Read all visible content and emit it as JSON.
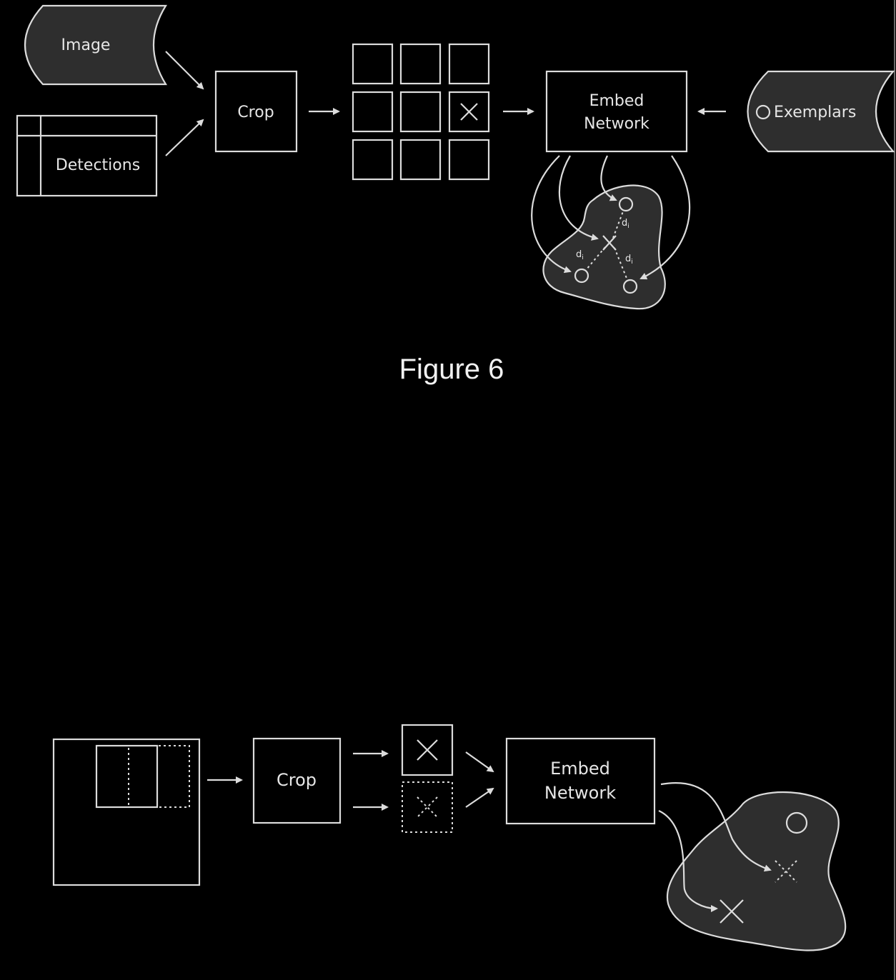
{
  "figure6": {
    "image_label": "Image",
    "detections_label": "Detections",
    "crop_label": "Crop",
    "embed_line1": "Embed",
    "embed_line2": "Network",
    "exemplars_label": "Exemplars",
    "distance_label": "d",
    "distance_subscript": "i",
    "caption": "Figure 6"
  },
  "figure7": {
    "crop_label": "Crop",
    "embed_line1": "Embed",
    "embed_line2": "Network"
  }
}
